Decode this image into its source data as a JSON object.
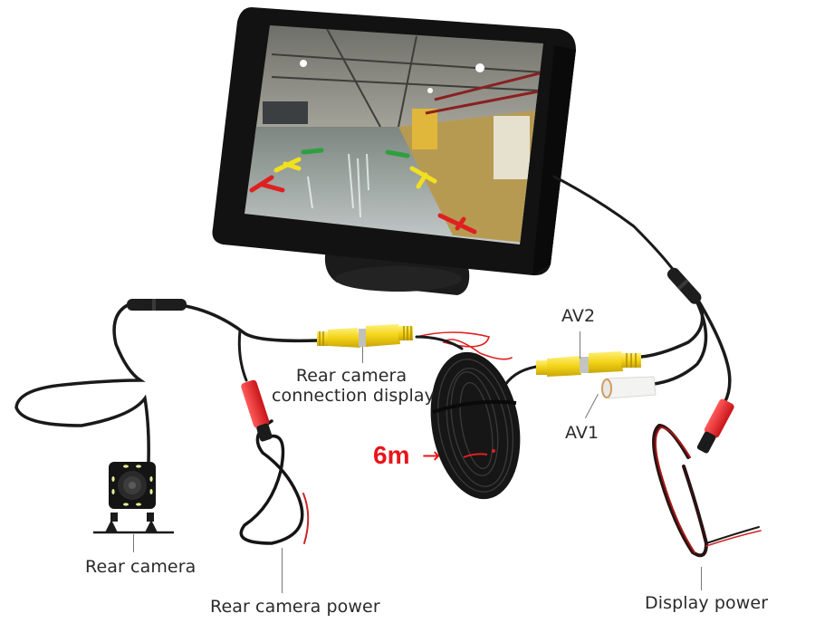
{
  "diagram": {
    "subject": "Car rear-view camera kit with 5-inch monitor",
    "components": [
      {
        "id": "monitor",
        "icon": "monitor-icon",
        "label": ""
      },
      {
        "id": "rear_camera",
        "icon": "camera-icon",
        "label": "Rear camera"
      },
      {
        "id": "rear_camera_power",
        "icon": "power-cable-icon",
        "label": "Rear camera power"
      },
      {
        "id": "rear_camera_connection",
        "icon": "rca-connector-icon",
        "label": "Rear camera connection display"
      },
      {
        "id": "extension_cable",
        "icon": "coiled-cable-icon",
        "label": "6m"
      },
      {
        "id": "av2",
        "icon": "rca-yellow-connector-icon",
        "label": "AV2"
      },
      {
        "id": "av1",
        "icon": "rca-white-connector-icon",
        "label": "AV1"
      },
      {
        "id": "display_power",
        "icon": "power-cable-icon",
        "label": "Display power"
      }
    ],
    "labels": {
      "rear_camera": "Rear camera",
      "rear_camera_power": "Rear camera power",
      "rear_camera_connection_line1": "Rear camera",
      "rear_camera_connection_line2": "connection display",
      "cable_length": "6m",
      "cable_length_arrow": "→",
      "av2": "AV2",
      "av1": "AV1",
      "display_power": "Display power"
    },
    "colors": {
      "background": "#ffffff",
      "label_text": "#2a2a2a",
      "highlight_red": "#e8141b",
      "rca_yellow": "#f2d21a",
      "power_red": "#e8282c",
      "cable_black": "#161616",
      "guide_red": "#e02020",
      "guide_yellow": "#f0e020",
      "guide_green": "#2ea040"
    }
  }
}
